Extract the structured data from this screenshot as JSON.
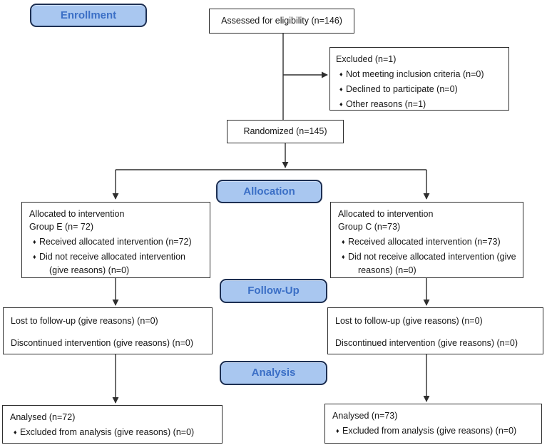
{
  "stages": {
    "enrollment": "Enrollment",
    "allocation": "Allocation",
    "followup": "Follow-Up",
    "analysis": "Analysis"
  },
  "icons": {
    "bullet": "♦"
  },
  "colors": {
    "stage_fill": "#a9c7f0",
    "stage_border": "#1d2f52",
    "stage_text": "#3b6fc6",
    "box_border": "#2e2e2e",
    "line_color": "#2e2e2e",
    "ink": "#161616"
  },
  "boxes": {
    "assessed": {
      "text": "Assessed for eligibility (n=146)"
    },
    "excluded": {
      "title": "Excluded (n=1)",
      "bullets": [
        "Not meeting inclusion criteria (n=0)",
        "Declined to participate (n=0)",
        "Other reasons (n=1)"
      ]
    },
    "randomized": {
      "text": "Randomized (n=145)"
    },
    "alloc_left": {
      "lines": [
        "Allocated to intervention",
        "Group E (n= 72)"
      ],
      "bullets": [
        "Received allocated intervention (n=72)",
        "Did not receive allocated intervention (give reasons) (n=0)"
      ]
    },
    "alloc_right": {
      "lines": [
        "Allocated to intervention",
        "Group C (n=73)"
      ],
      "bullets": [
        "Received allocated intervention (n=73)",
        "Did not receive allocated intervention (give reasons) (n=0)"
      ]
    },
    "followup_left": {
      "lines": [
        "Lost to follow-up (give reasons) (n=0)",
        "Discontinued intervention (give reasons) (n=0)"
      ]
    },
    "followup_right": {
      "lines": [
        "Lost to follow-up (give reasons) (n=0)",
        "Discontinued intervention (give reasons) (n=0)"
      ]
    },
    "analysis_left": {
      "title": "Analysed (n=72)",
      "bullets": [
        "Excluded from analysis (give reasons) (n=0)"
      ]
    },
    "analysis_right": {
      "title": "Analysed (n=73)",
      "bullets": [
        "Excluded from analysis (give reasons) (n=0)"
      ]
    }
  }
}
